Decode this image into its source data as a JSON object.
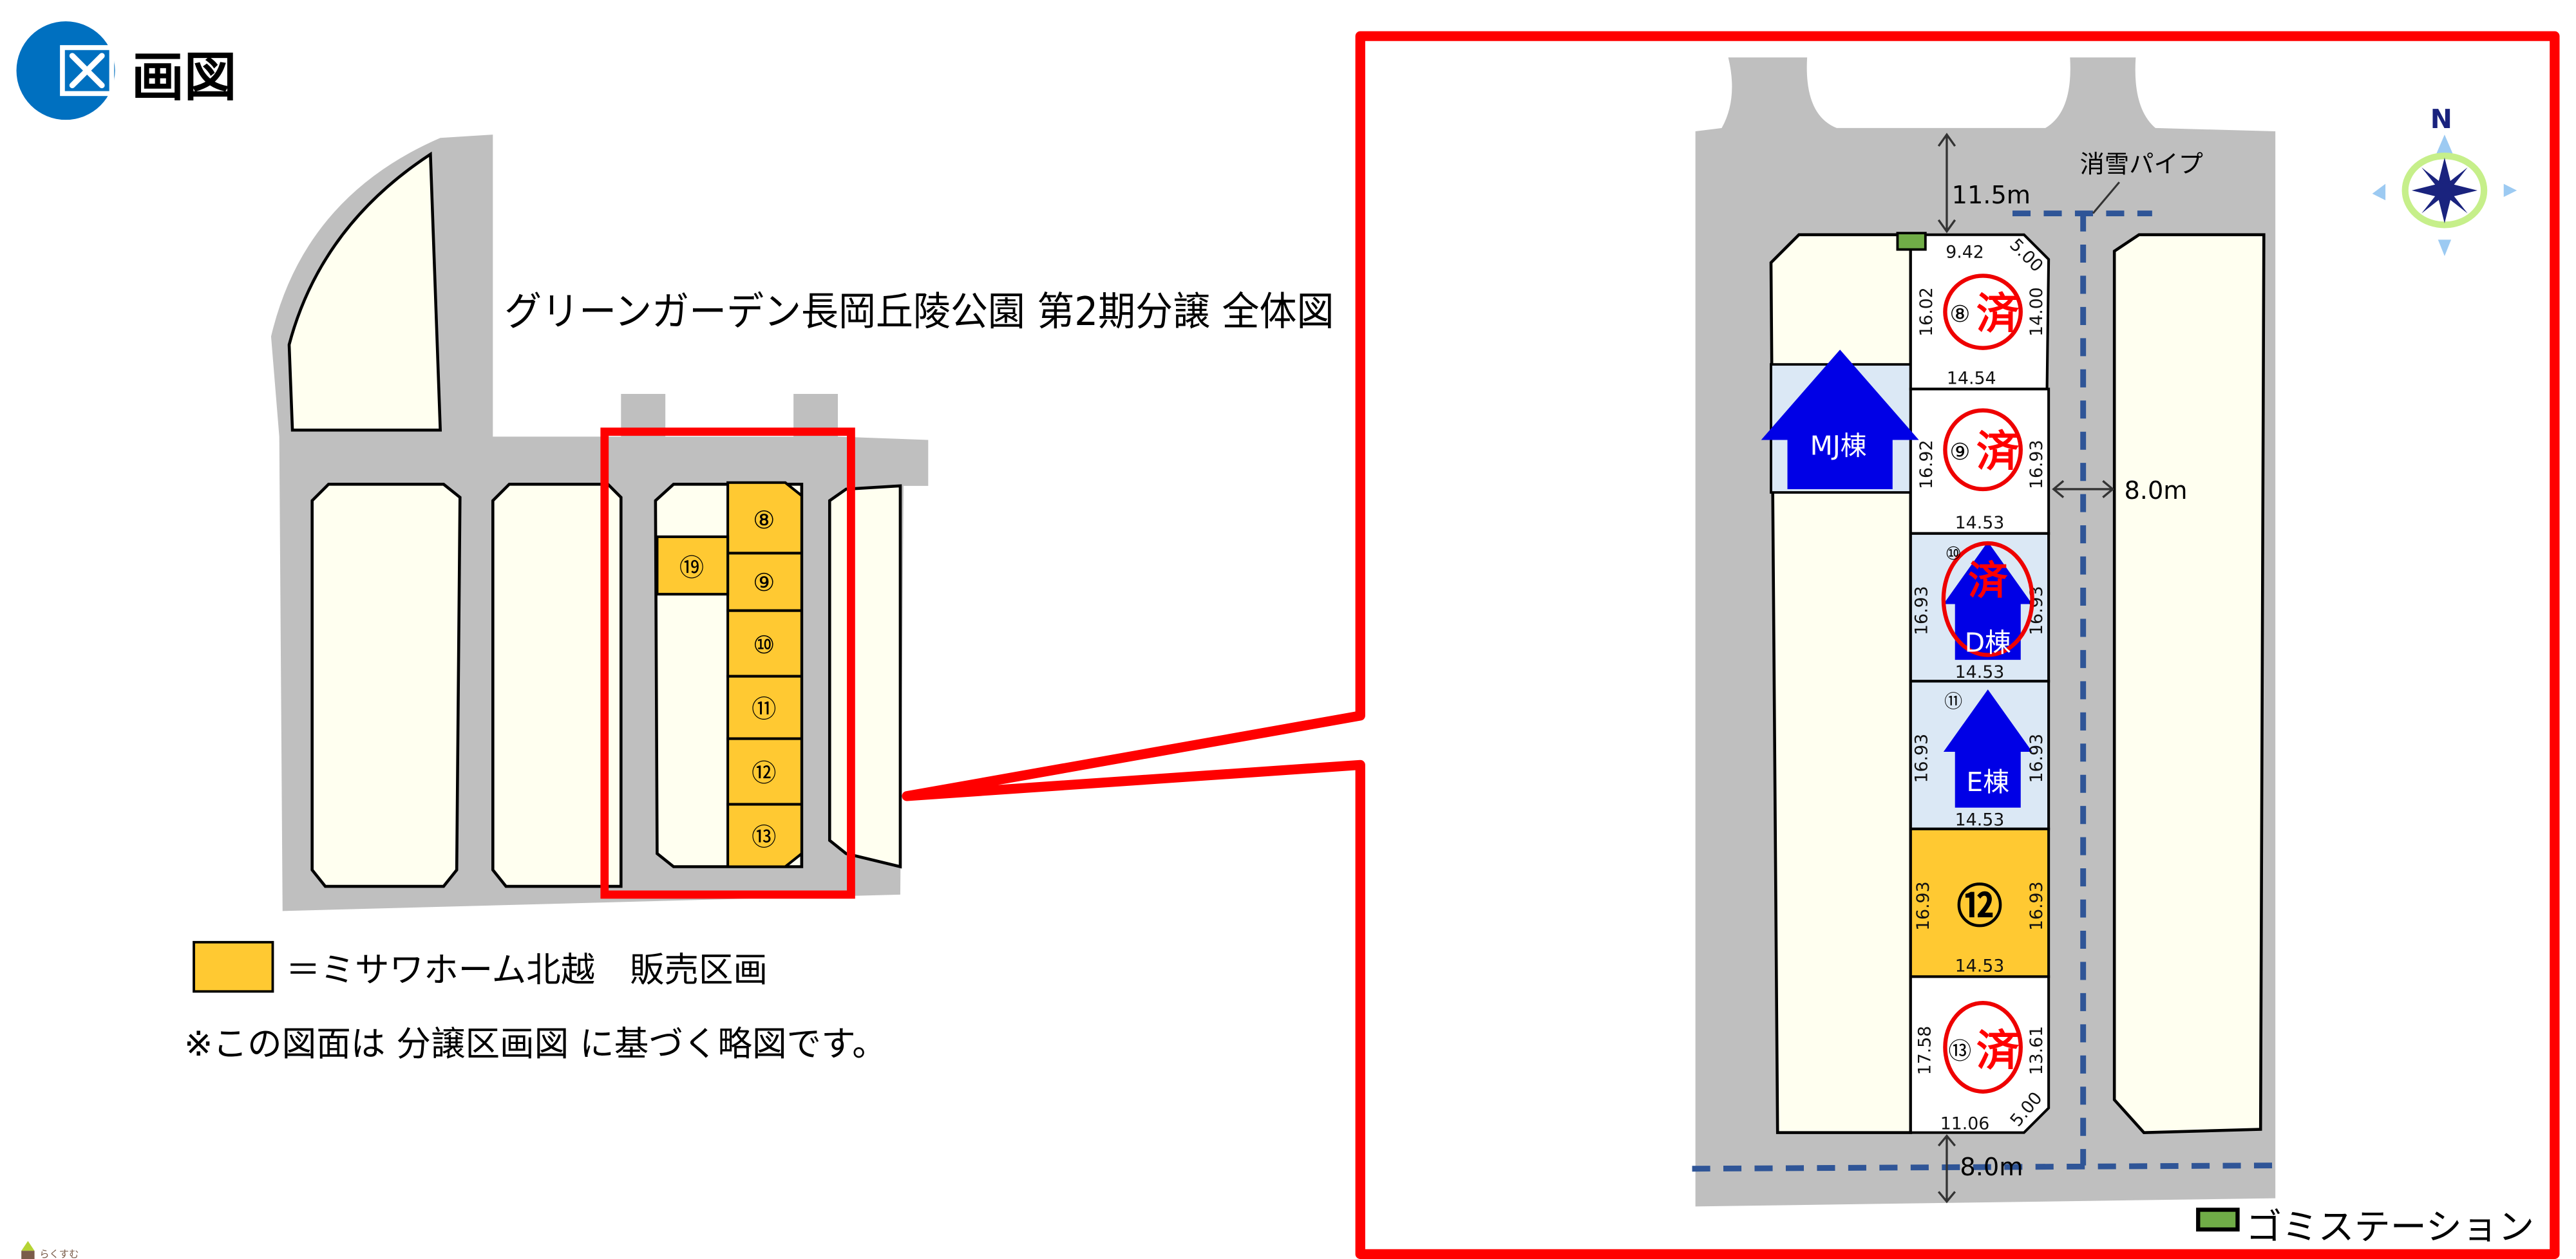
{
  "header": {
    "logo_text": "区画図",
    "logo_color": "#0070c0"
  },
  "overview": {
    "title": "グリーンガーデン長岡丘陵公園 第2期分譲 全体図",
    "lots": [
      "⑧",
      "⑨",
      "⑩",
      "⑪",
      "⑫",
      "⑬",
      "⑲"
    ],
    "highlight_color": "#ffc932"
  },
  "legend": {
    "sale_label": "＝ミサワホーム北越　販売区画",
    "note": "※この図面は 分譲区画図 に基づく略図です。",
    "garbage_label": "ゴミステーション"
  },
  "detail": {
    "road_top": "11.5m",
    "road_right": "8.0m",
    "road_bottom": "8.0m",
    "pipe_label": "消雪パイプ",
    "compass": "N",
    "sold_mark": "済",
    "buildings": {
      "mj": "MJ棟",
      "d": "D棟",
      "e": "E棟"
    },
    "lots": [
      {
        "no": "⑧",
        "status": "sold",
        "top": "9.42",
        "corner": "5.00",
        "left": "16.02",
        "right": "14.00",
        "bottom": "14.54"
      },
      {
        "no": "⑨",
        "status": "sold",
        "left": "16.92",
        "right": "16.93",
        "bottom": "14.53"
      },
      {
        "no": "⑩",
        "status": "sold",
        "left": "16.93",
        "right": "16.93",
        "bottom": "14.53"
      },
      {
        "no": "⑪",
        "status": "model",
        "left": "16.93",
        "right": "16.93",
        "bottom": "14.53"
      },
      {
        "no": "⑫",
        "status": "for-sale",
        "left": "16.93",
        "right": "16.93",
        "bottom": "14.53"
      },
      {
        "no": "⑬",
        "status": "sold",
        "left": "17.58",
        "right": "13.61",
        "bottom": "11.06",
        "corner": "5.00"
      }
    ]
  },
  "footer": {
    "brand": "らくすむ"
  }
}
